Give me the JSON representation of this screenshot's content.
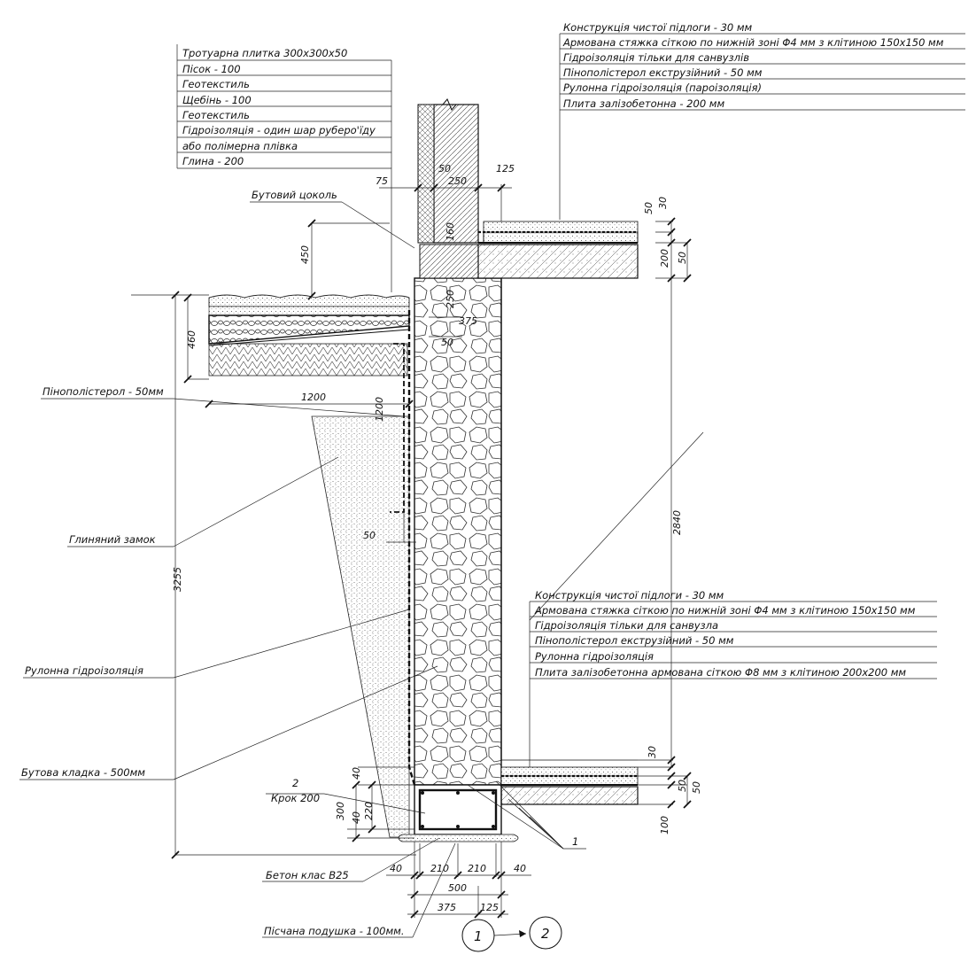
{
  "top_floor_layers": [
    "Конструкція чистої підлоги - 30 мм",
    "Армована стяжка сіткою по нижній зоні Φ4 мм з клітиною 150х150 мм",
    "Гідроізоляція тільки для санвузлів",
    "Пінополістерол екструзійний - 50 мм",
    "Рулонна гідроізоляція (пароізоляція)",
    "Плита залізобетонна - 200 мм"
  ],
  "pavement_layers": [
    "Тротуарна плитка 300х300х50",
    "Пісок - 100",
    "Геотекстиль",
    "Щебінь - 100",
    "Геотекстиль",
    "Гідроізоляція - один шар руберо'їду",
    "або полімерна плівка",
    "Глина - 200"
  ],
  "basement_floor_layers": [
    "Конструкція чистої підлоги - 30 мм",
    "Армована стяжка сіткою по нижній зоні Φ4 мм з клітиною 150х150 мм",
    "Гідроізоляція тільки для санвузла",
    "Пінополістерол екструзійний - 50 мм",
    "Рулонна гідроізоляція",
    "Плита залізобетонна армована сіткою Φ8 мм з клітиною 200х200 мм"
  ],
  "callouts": {
    "plinth": "Бутовий цоколь",
    "eps": "Пінополістерол - 50мм",
    "clay_lock": "Глиняний замок",
    "waterproofing": "Рулонна гідроізоляція",
    "rubble_masonry": "Бутова кладка - 500мм",
    "rebar_num": "2",
    "rebar_step": "Крок 200",
    "concrete": "Бетон клас В25",
    "sand_cushion": "Пісчана подушка - 100мм.",
    "item_1": "1"
  },
  "dimensions": {
    "d75": "75",
    "d50_top": "50",
    "d250_top": "250",
    "d125_top": "125",
    "d450": "450",
    "d160": "160",
    "d250_wall": "250",
    "d375_wall": "375",
    "d50_wall": "50",
    "d460": "460",
    "d1200_h": "1200",
    "d1200_v": "1200",
    "d50_eps": "50",
    "d3255": "3255",
    "d2840": "2840",
    "d50_a": "50",
    "d30_a": "30",
    "d200_a": "200",
    "d50_b": "50",
    "d30_b": "30",
    "d50_c": "50",
    "d50_d": "50",
    "d100": "100",
    "d40_a": "40",
    "d300": "300",
    "d220": "220",
    "d40_b": "40",
    "b40_l": "40",
    "b210_l": "210",
    "b210_r": "210",
    "b40_r": "40",
    "b500": "500",
    "b375": "375",
    "b125": "125"
  },
  "section_marks": {
    "from": "1",
    "to": "2"
  }
}
